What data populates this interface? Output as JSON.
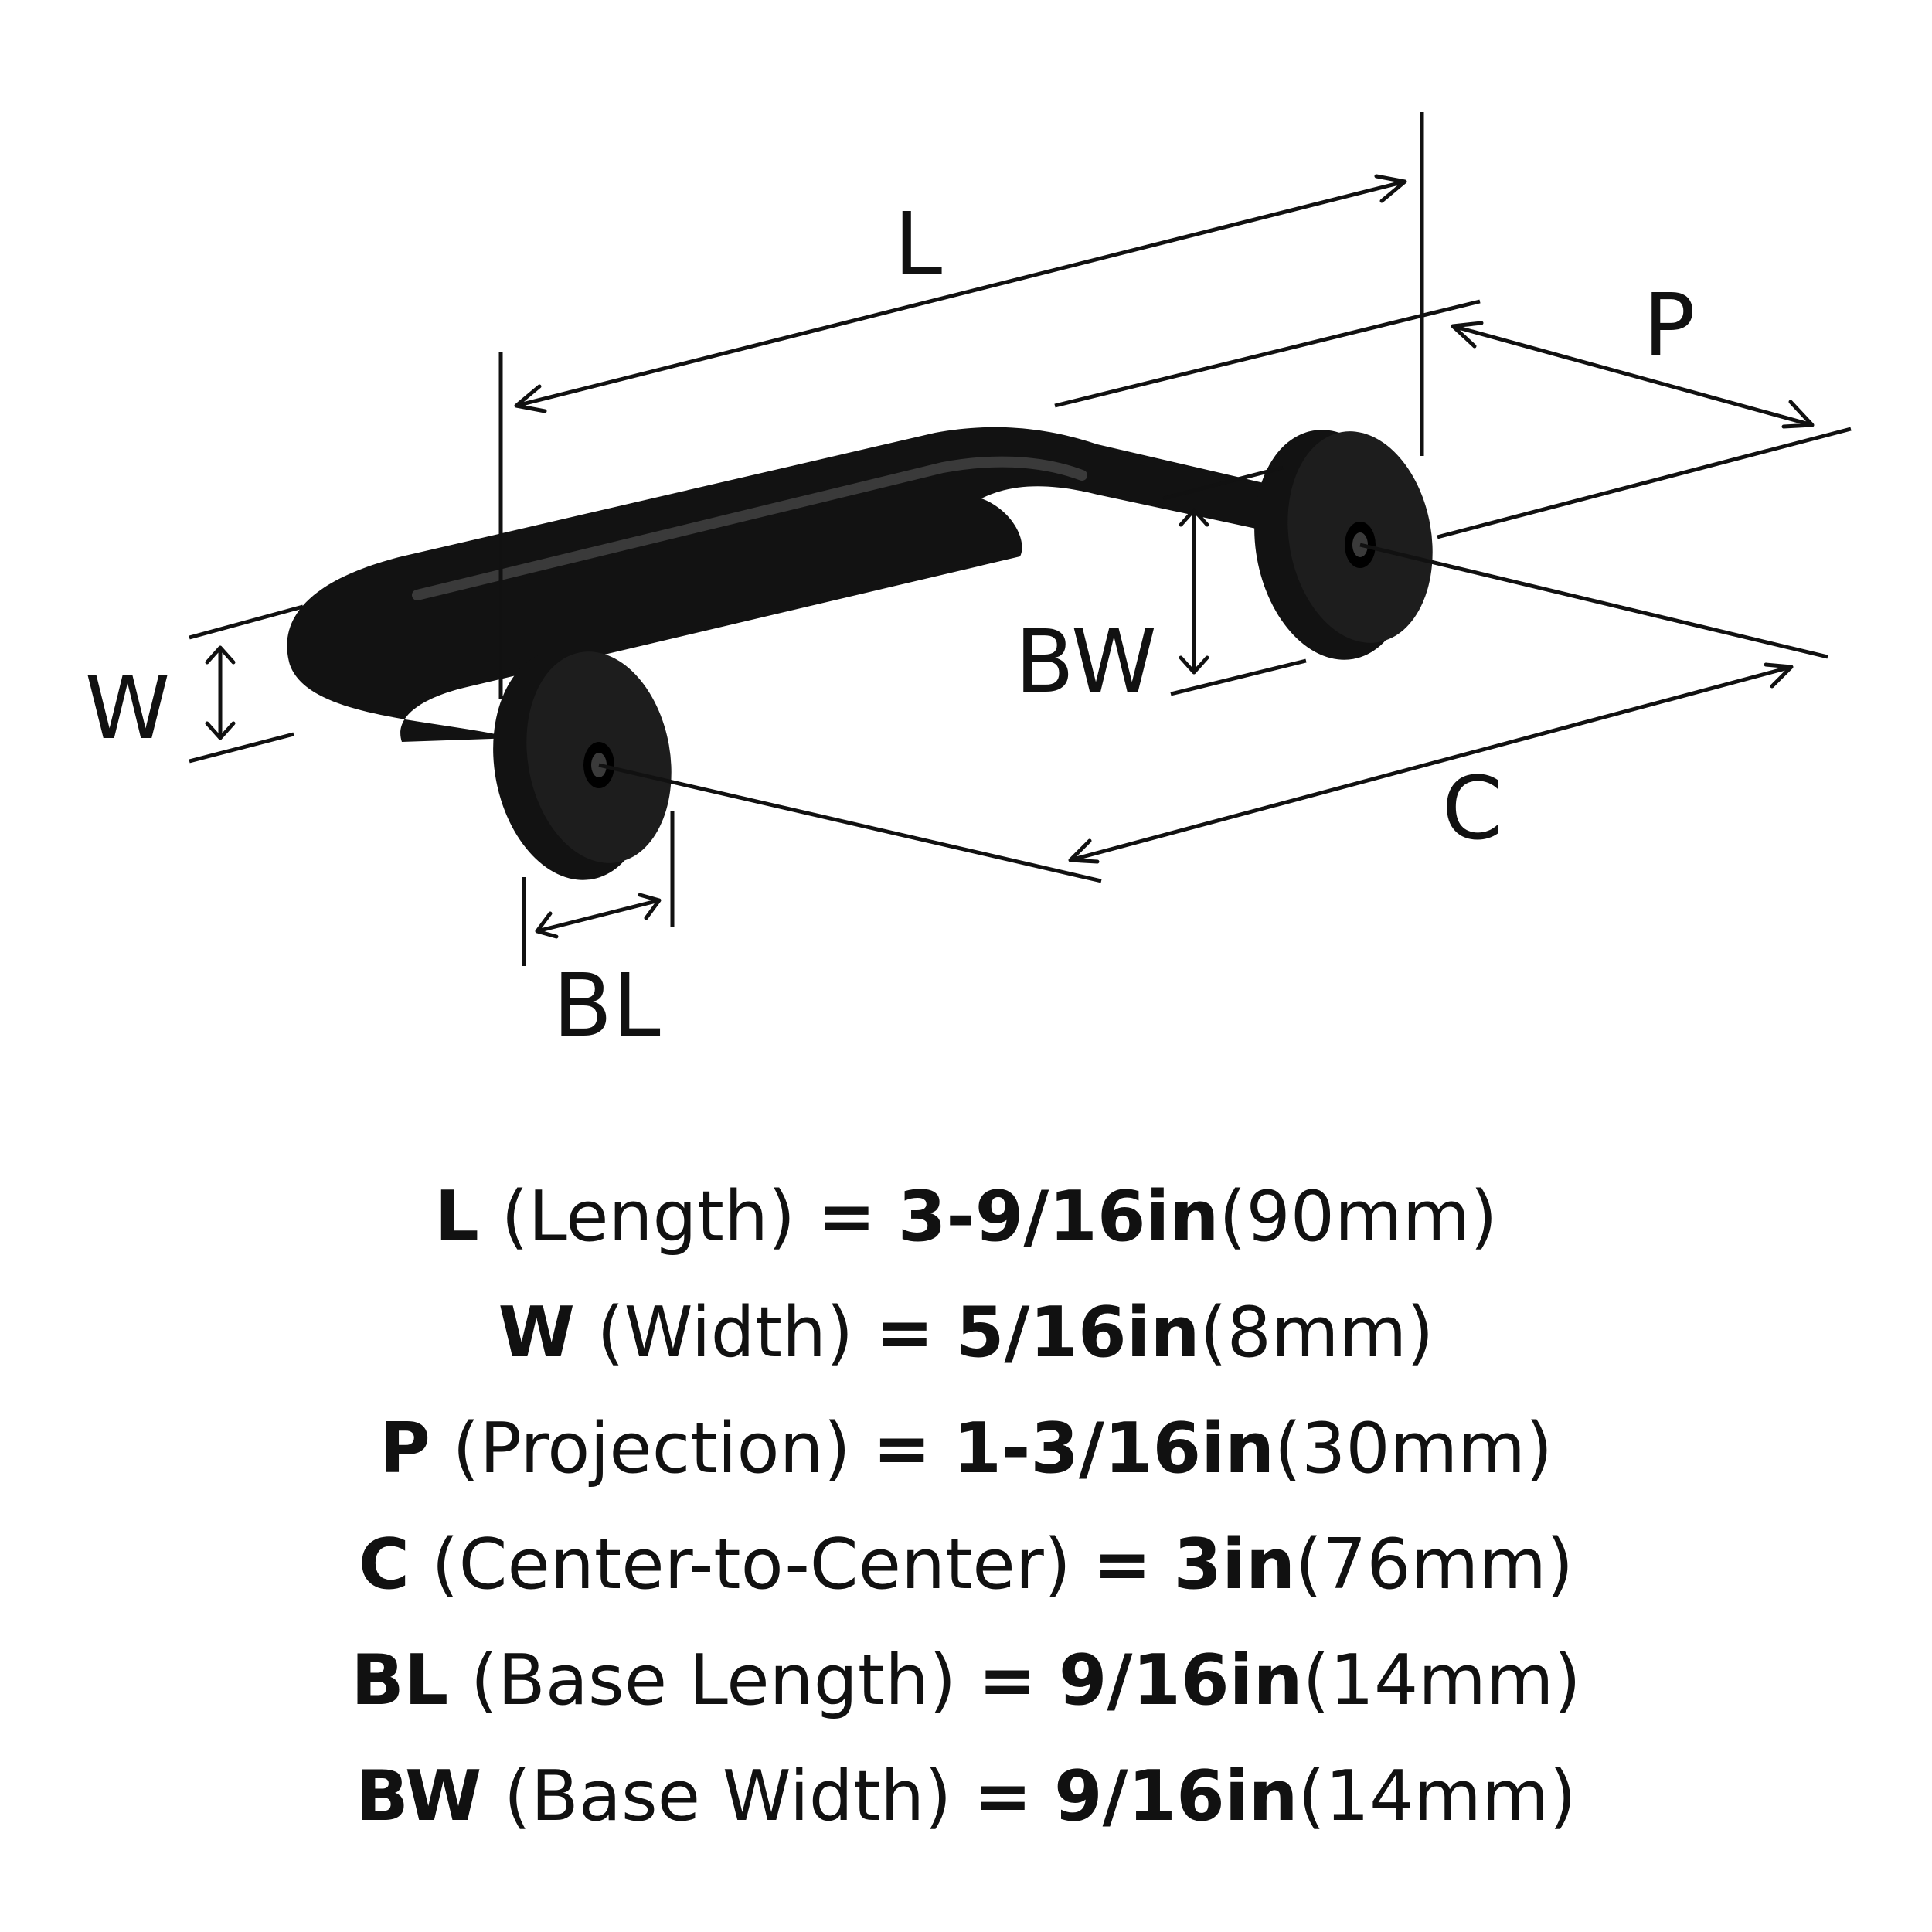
{
  "diagram": {
    "labels": {
      "L": "L",
      "P": "P",
      "W": "W",
      "BW": "BW",
      "C": "C",
      "BL": "BL"
    }
  },
  "specs": [
    {
      "key": "L",
      "name": "(Length)",
      "eq": "=",
      "imperial": "3-9/16in",
      "metric": "(90mm)"
    },
    {
      "key": "W",
      "name": "(Width)",
      "eq": "=",
      "imperial": "5/16in",
      "metric": "(8mm)"
    },
    {
      "key": "P",
      "name": "(Projection)",
      "eq": "=",
      "imperial": "1-3/16in",
      "metric": "(30mm)"
    },
    {
      "key": "C",
      "name": "(Center-to-Center)",
      "eq": "=",
      "imperial": "3in",
      "metric": "(76mm)"
    },
    {
      "key": "BL",
      "name": "(Base Length)",
      "eq": "=",
      "imperial": "9/16in",
      "metric": "(14mm)"
    },
    {
      "key": "BW",
      "name": "(Base Width)",
      "eq": "=",
      "imperial": "9/16in",
      "metric": "(14mm)"
    }
  ],
  "colors": {
    "ink": "#111111",
    "handle": "#121212",
    "highlight": "#3a3a3a",
    "background": "#ffffff"
  }
}
